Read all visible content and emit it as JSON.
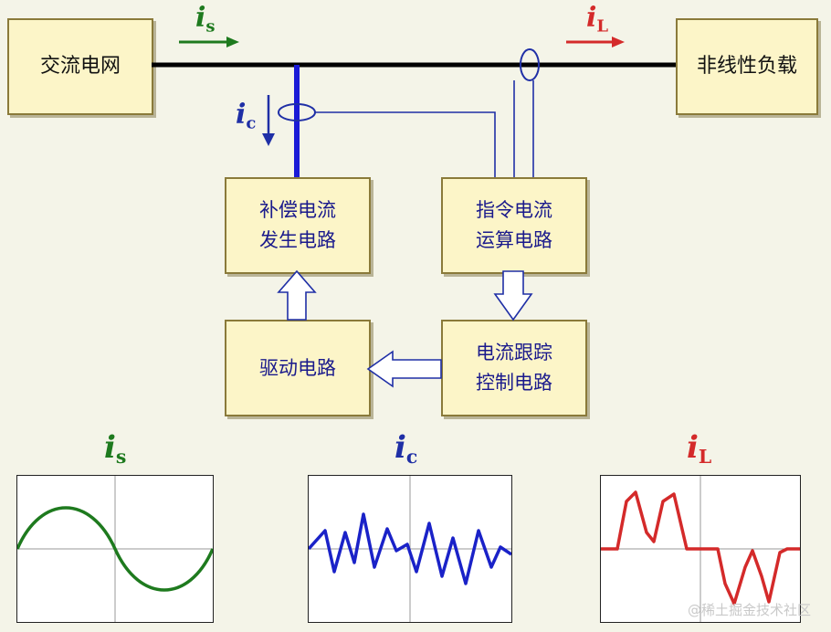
{
  "blocks": {
    "grid": "交流电网",
    "load": "非线性负载",
    "compensation": [
      "补偿电流",
      "发生电路"
    ],
    "command": [
      "指令电流",
      "运算电路"
    ],
    "drive": "驱动电路",
    "tracking": [
      "电流跟踪",
      "控制电路"
    ]
  },
  "currents": {
    "is": {
      "main": "i",
      "sub": "s",
      "color": "#1e7a1e"
    },
    "ic": {
      "main": "i",
      "sub": "c",
      "color": "#1f2fa6"
    },
    "iL": {
      "main": "i",
      "sub": "L",
      "color": "#d42a2a"
    }
  },
  "watermark": "@稀土掘金技术社区"
}
